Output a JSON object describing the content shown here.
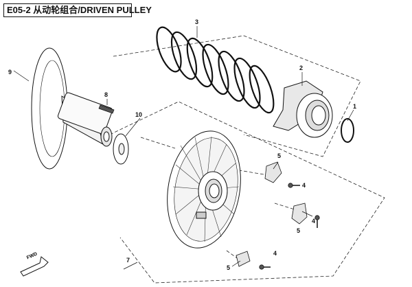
{
  "header": {
    "title": "E05-2 从动轮组合/DRIVEN PULLEY"
  },
  "callouts": [
    "1",
    "2",
    "3",
    "4",
    "4",
    "4",
    "5",
    "5",
    "5",
    "7",
    "8",
    "9",
    "10"
  ],
  "fwd_label": "FWD"
}
